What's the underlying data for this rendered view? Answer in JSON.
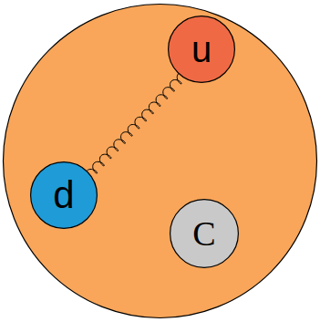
{
  "diagram": {
    "nodes": [
      {
        "text": [
          "u"
        ]
      },
      {
        "text": [
          "d"
        ]
      },
      {
        "text": [
          "C"
        ]
      }
    ],
    "edges": [
      {
        "from": 1,
        "to": 0,
        "arrow": "none"
      }
    ]
  }
}
